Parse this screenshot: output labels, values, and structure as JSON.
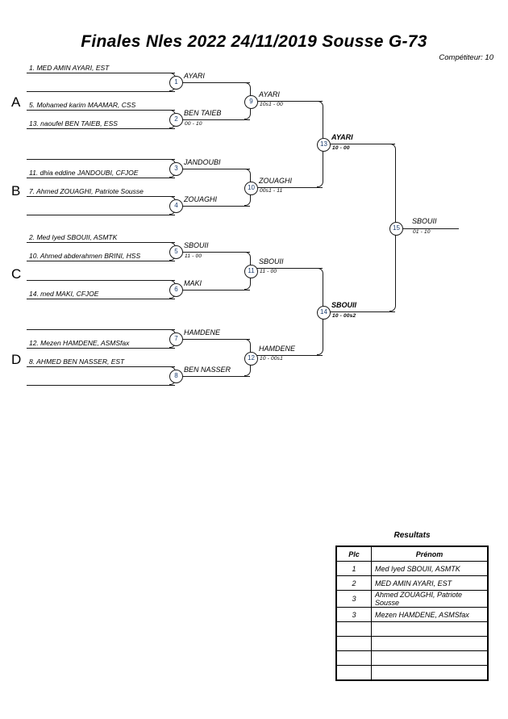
{
  "header": {
    "title": "Finales Nles 2022  24/11/2019  Sousse   G-73",
    "competitors_label": "Compétiteur: 10"
  },
  "groups": [
    {
      "letter": "A"
    },
    {
      "letter": "B"
    },
    {
      "letter": "C"
    },
    {
      "letter": "D"
    }
  ],
  "entrants": [
    {
      "label": "1. MED AMIN AYARI, EST"
    },
    {
      "label": "5. Mohamed karim MAAMAR, CSS"
    },
    {
      "label": "13. naoufel BEN TAIEB, ESS"
    },
    {
      "label": "11. dhia eddine JANDOUBI, CFJOE"
    },
    {
      "label": "7. Ahmed ZOUAGHI, Patriote Sousse"
    },
    {
      "label": "2. Med Iyed SBOUII, ASMTK"
    },
    {
      "label": "10. Ahmed abderahmen BRINI, HSS"
    },
    {
      "label": "14. med MAKI, CFJOE"
    },
    {
      "label": "12. Mezen HAMDENE, ASMSfax"
    },
    {
      "label": "8. AHMED BEN NASSER, EST"
    }
  ],
  "matches": [
    {
      "number": "1",
      "winner": "AYARI",
      "score": ""
    },
    {
      "number": "2",
      "winner": "BEN TAIEB",
      "score": "00 - 10"
    },
    {
      "number": "3",
      "winner": "JANDOUBI",
      "score": ""
    },
    {
      "number": "4",
      "winner": "ZOUAGHI",
      "score": ""
    },
    {
      "number": "5",
      "winner": "SBOUII",
      "score": "11 - 00"
    },
    {
      "number": "6",
      "winner": "MAKI",
      "score": ""
    },
    {
      "number": "7",
      "winner": "HAMDENE",
      "score": ""
    },
    {
      "number": "8",
      "winner": "BEN NASSER",
      "score": ""
    },
    {
      "number": "9",
      "winner": "AYARI",
      "score": "10s1 - 00"
    },
    {
      "number": "10",
      "winner": "ZOUAGHI",
      "score": "00s1 - 11"
    },
    {
      "number": "11",
      "winner": "SBOUII",
      "score": "11 - 00"
    },
    {
      "number": "12",
      "winner": "HAMDENE",
      "score": "10 - 00s1"
    },
    {
      "number": "13",
      "winner": "AYARI",
      "score": "10 - 00"
    },
    {
      "number": "14",
      "winner": "SBOUII",
      "score": "10 - 00s2"
    },
    {
      "number": "15",
      "winner": "SBOUII",
      "score": "01 - 10"
    }
  ],
  "results": {
    "title": "Resultats",
    "columns": {
      "place": "Plc",
      "name": "Prénom"
    },
    "rows": [
      {
        "place": "1",
        "name": "Med Iyed SBOUII, ASMTK"
      },
      {
        "place": "2",
        "name": "MED AMIN AYARI, EST"
      },
      {
        "place": "3",
        "name": "Ahmed ZOUAGHI, Patriote Sousse"
      },
      {
        "place": "3",
        "name": "Mezen HAMDENE, ASMSfax"
      },
      {
        "place": "",
        "name": ""
      },
      {
        "place": "",
        "name": ""
      },
      {
        "place": "",
        "name": ""
      },
      {
        "place": "",
        "name": ""
      }
    ]
  }
}
